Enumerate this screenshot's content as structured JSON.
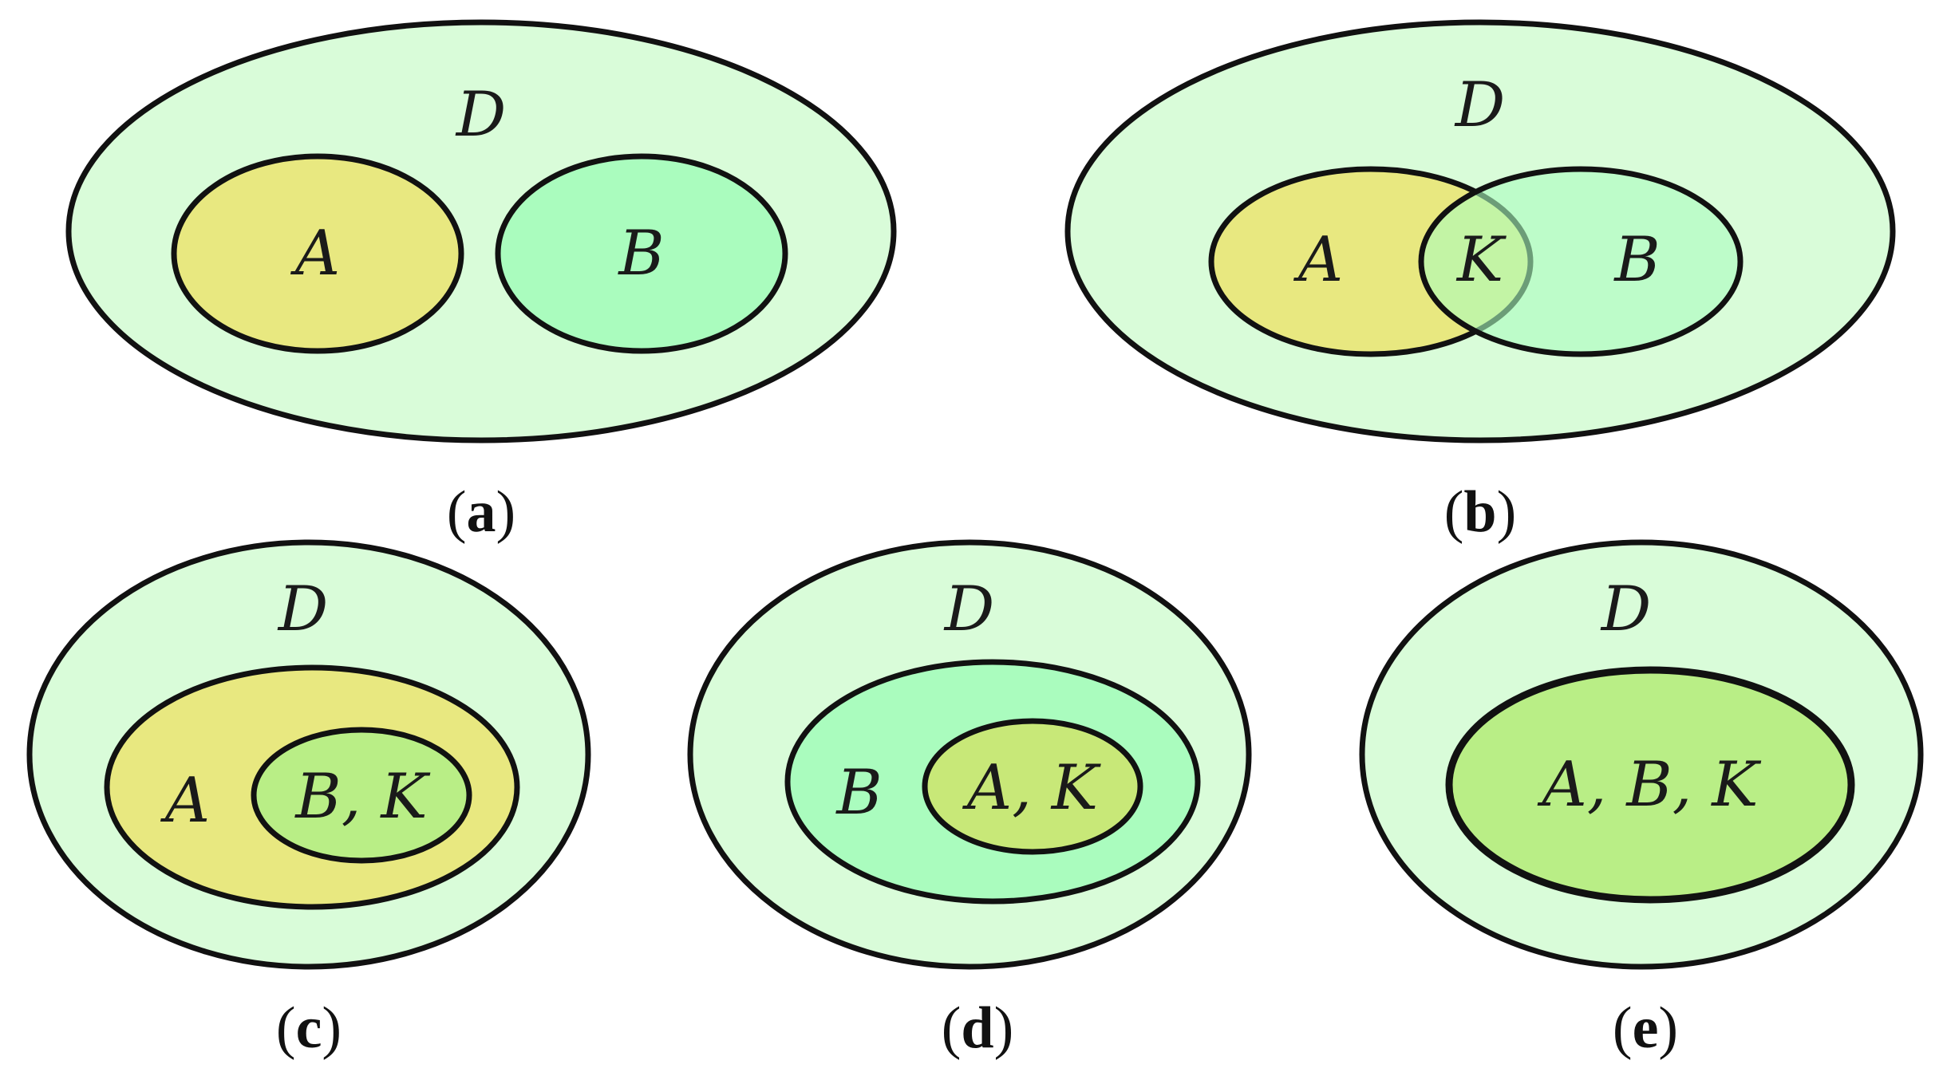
{
  "colors": {
    "domain_fill": "#d9fcd9",
    "set_a_fill": "#e8e880",
    "set_b_fill": "#aafcbe",
    "overlap_fill": "#c8e878",
    "equal_fill": "#b9ee86",
    "outline": "#111111"
  },
  "panels": {
    "a": {
      "domain_label": "D",
      "set_a_label": "A",
      "set_b_label": "B",
      "caption_letter": "a"
    },
    "b": {
      "domain_label": "D",
      "set_a_label": "A",
      "intersection_label": "K",
      "set_b_label": "B",
      "caption_letter": "b"
    },
    "c": {
      "domain_label": "D",
      "outer_label": "A",
      "inner_label": "B, K",
      "caption_letter": "c"
    },
    "d": {
      "domain_label": "D",
      "outer_label": "B",
      "inner_label": "A, K",
      "caption_letter": "d"
    },
    "e": {
      "domain_label": "D",
      "inner_label": "A, B, K",
      "caption_letter": "e"
    }
  },
  "caption_open": "(",
  "caption_close": ")"
}
